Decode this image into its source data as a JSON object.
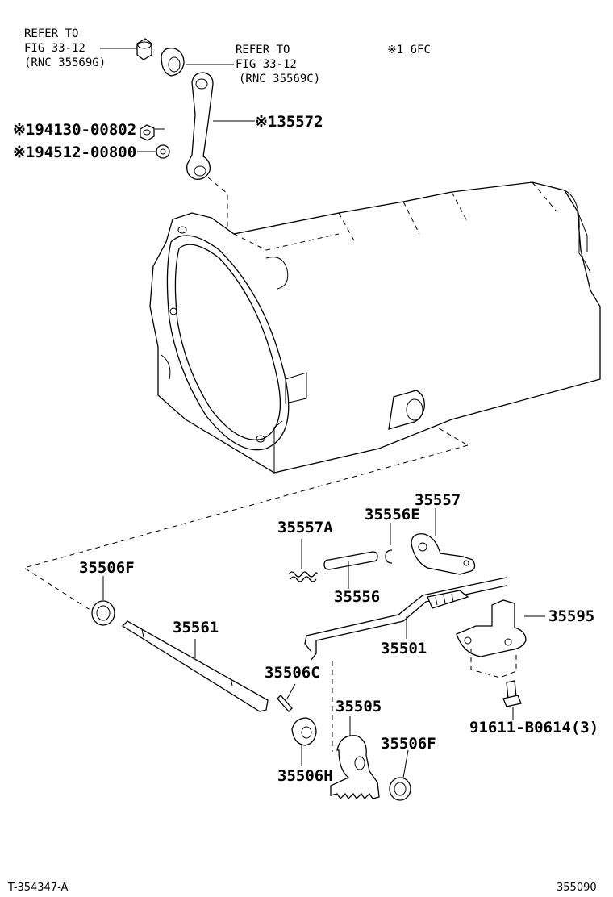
{
  "refs": {
    "ref1": {
      "line1": "REFER TO",
      "line2": "FIG 33-12",
      "line3": "(RNC 35569G)"
    },
    "ref2": {
      "line1": "REFER TO",
      "line2": "FIG 33-12",
      "line3": "(RNC 35569C)"
    }
  },
  "note": "※1  6FC",
  "parts": {
    "p35572": "※135572",
    "p194130": "※194130-00802",
    "p194512": "※194512-00800",
    "p35557": "35557",
    "p35556E": "35556E",
    "p35557A": "35557A",
    "p35556": "35556",
    "p35506F_a": "35506F",
    "p35561": "35561",
    "p35501": "35501",
    "p35595": "35595",
    "p35506C": "35506C",
    "p35505": "35505",
    "p35506F_b": "35506F",
    "p35506H": "35506H",
    "p91611": "91611-B0614(3)"
  },
  "footer": {
    "left_code": "T-354347-A",
    "right_code": "355090"
  }
}
